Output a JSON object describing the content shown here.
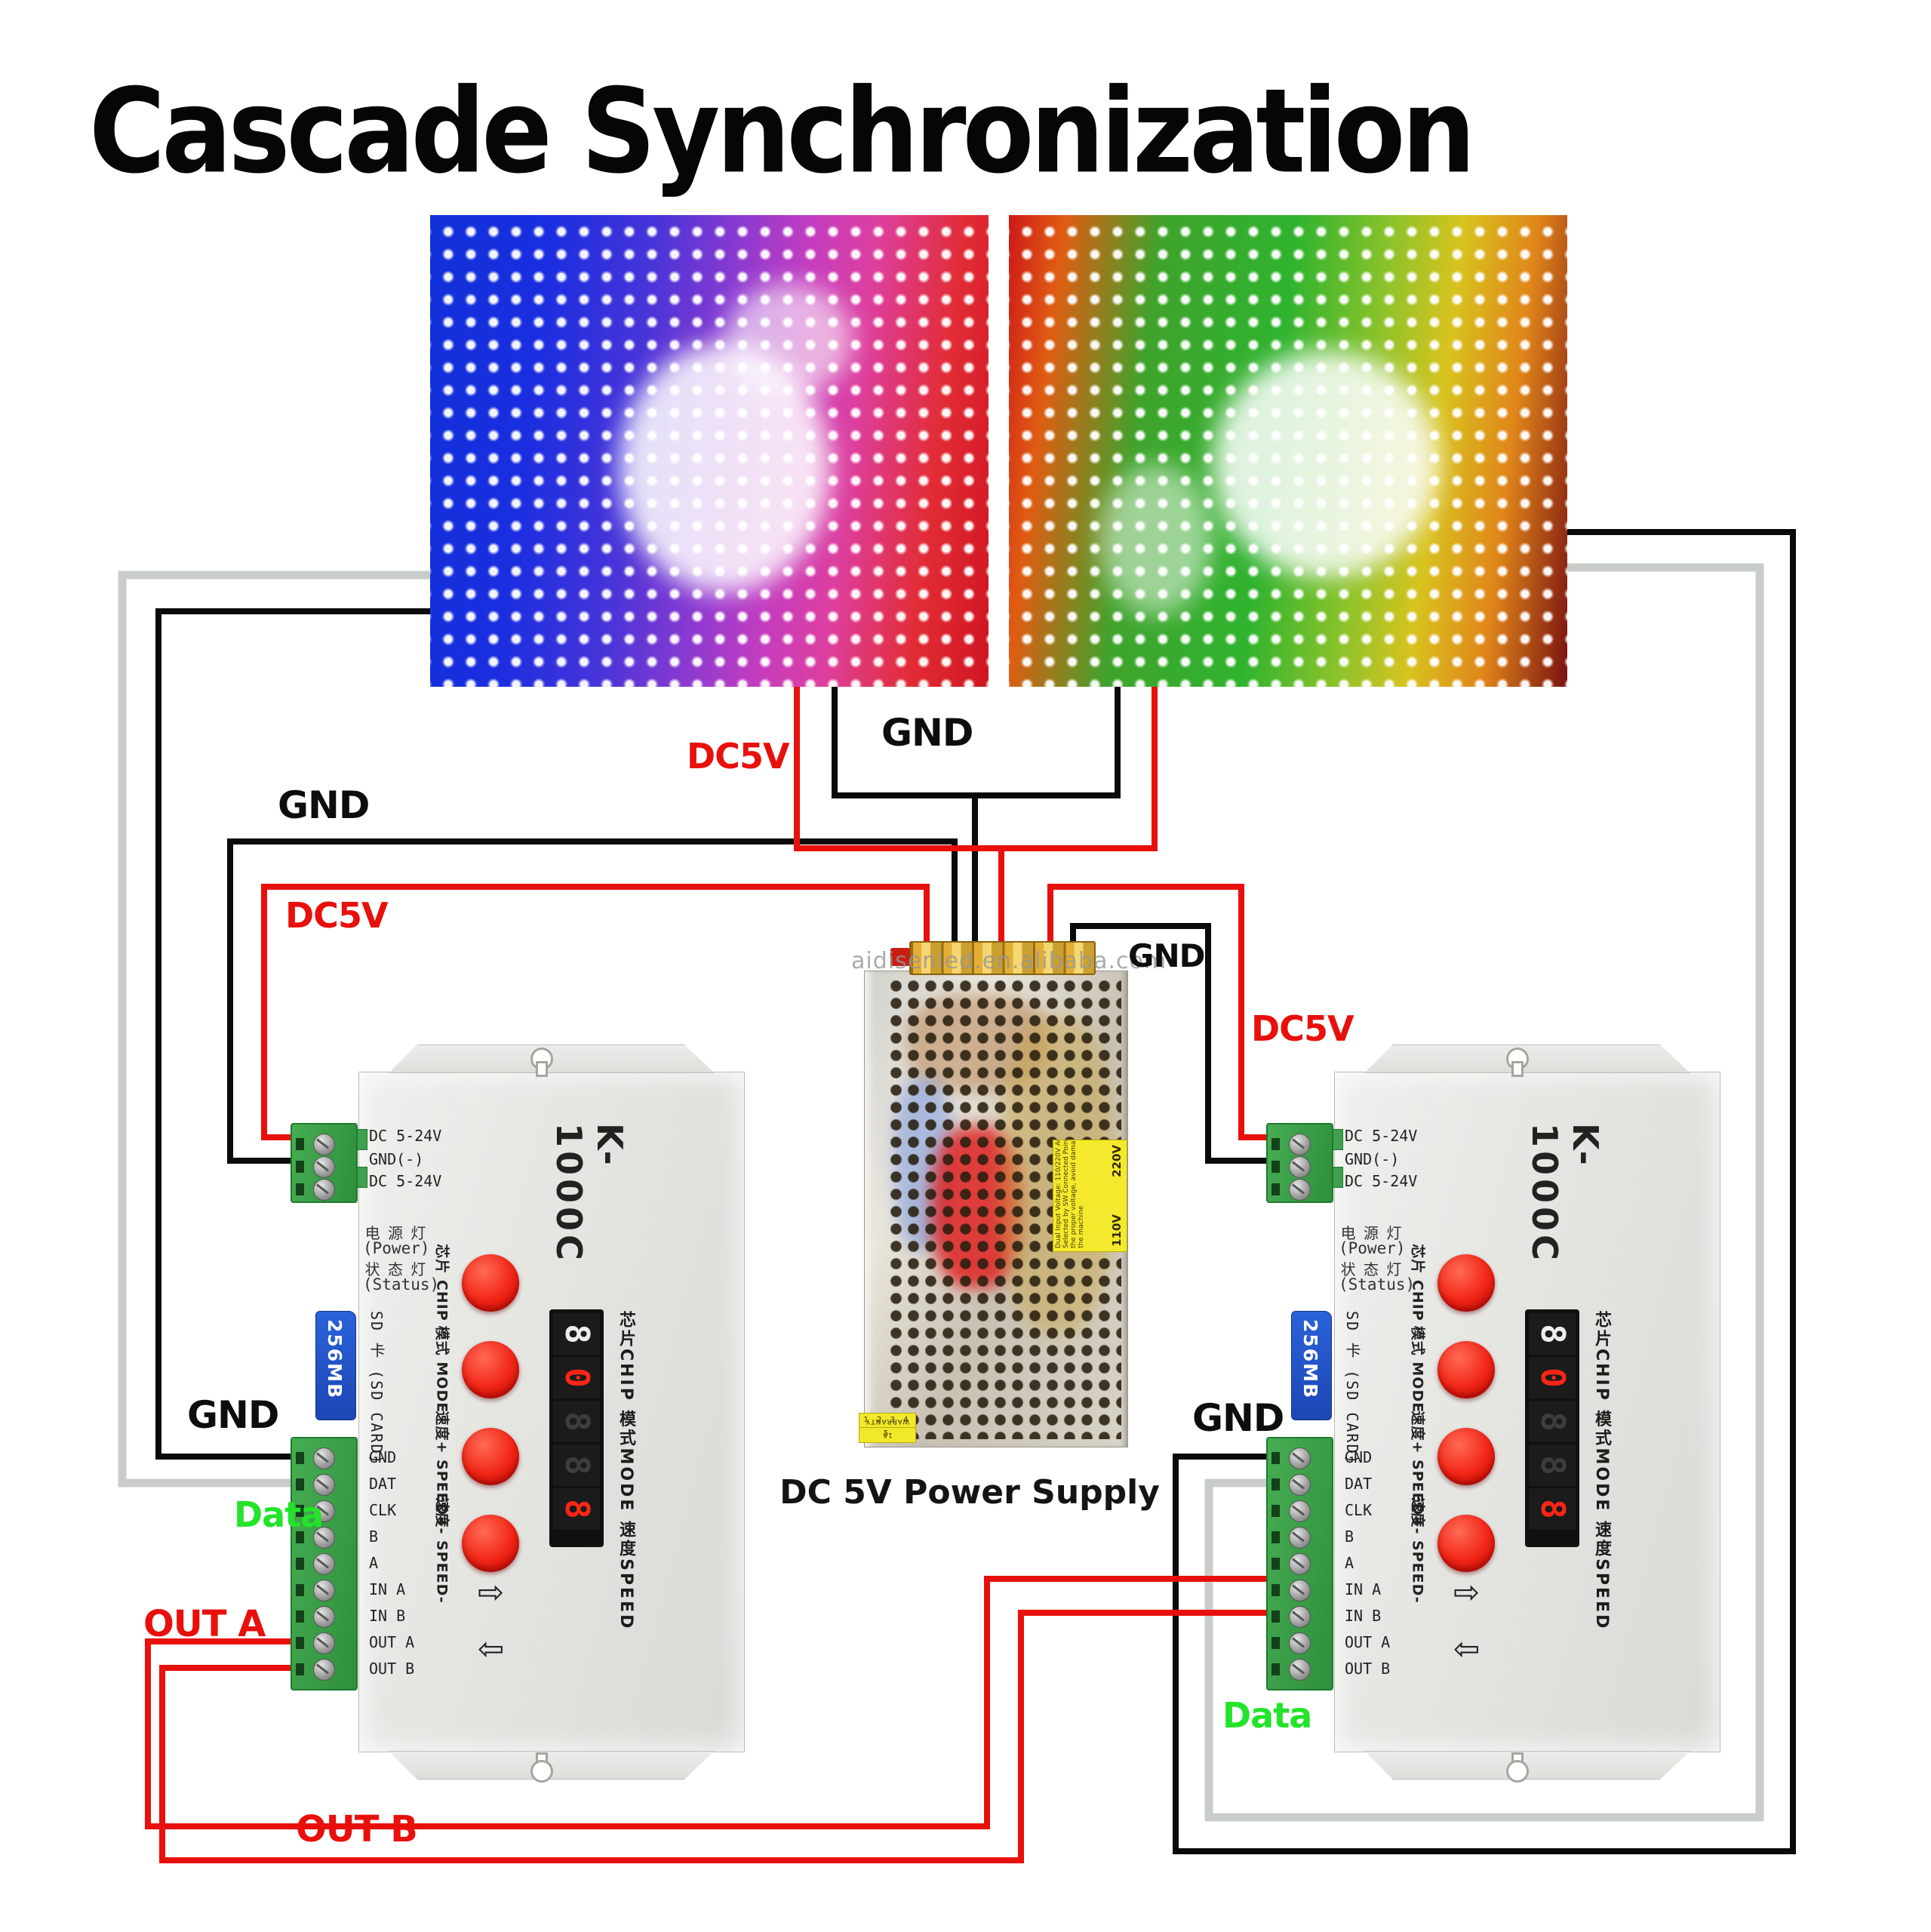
{
  "title": "Cascade Synchronization",
  "labels": {
    "dc5v_panels": "DC5V",
    "gnd_panels": "GND",
    "gnd_left_mid": "GND",
    "dc5v_left_mid": "DC5V",
    "gnd_psu_right": "GND",
    "dc5v_right_mid": "DC5V",
    "gnd_bottom_left": "GND",
    "data_left": "Data",
    "out_a": "OUT A",
    "out_b": "OUT B",
    "gnd_bottom_right": "GND",
    "data_right": "Data"
  },
  "psu": {
    "caption": "DC 5V Power Supply",
    "watermark": "aidisenled.en.alibaba.com",
    "label_text": "Dual Input Voltage: 110/220V AC\nSelected by SW Connected Point Use\nthe proper voltage, avoid damaging\nthe machine",
    "label_220": "220V",
    "label_110": "110V",
    "warranty_row1": "1 2 3 4 5",
    "warranty_row2": "16 WARRANTY"
  },
  "icons": {
    "in_arrow": "⇨",
    "out_arrow": "⇦"
  },
  "controllers": [
    {
      "model": "K-1000C",
      "power_rows": [
        "DC 5-24V",
        "GND(-)",
        "DC 5-24V"
      ],
      "ind_zh1": "电 源 灯",
      "ind_en1": "(Power)",
      "ind_zh2": "状 态 灯",
      "ind_en2": "(Status)",
      "buttons": [
        {
          "label": "芯片 CHIP"
        },
        {
          "label": "模式 MODE"
        },
        {
          "label": "速度+ SPEED+"
        },
        {
          "label": "速度- SPEED-"
        }
      ],
      "sd_card": "256MB",
      "sd_label": "SD 卡 (SD CARD)",
      "display_digits": [
        "8",
        "0",
        "8",
        "8",
        "8"
      ],
      "display_side": "芯片CHIP 模式MODE 速度SPEED",
      "ports": [
        "GND",
        "DAT",
        "CLK",
        "B",
        "A",
        "IN A",
        "IN B",
        "OUT A",
        "OUT B"
      ]
    },
    {
      "model": "K-1000C",
      "power_rows": [
        "DC 5-24V",
        "GND(-)",
        "DC 5-24V"
      ],
      "ind_zh1": "电 源 灯",
      "ind_en1": "(Power)",
      "ind_zh2": "状 态 灯",
      "ind_en2": "(Status)",
      "buttons": [
        {
          "label": "芯片 CHIP"
        },
        {
          "label": "模式 MODE"
        },
        {
          "label": "速度+ SPEED+"
        },
        {
          "label": "速度- SPEED-"
        }
      ],
      "sd_card": "256MB",
      "sd_label": "SD 卡 (SD CARD)",
      "display_digits": [
        "8",
        "0",
        "8",
        "8",
        "8"
      ],
      "display_side": "芯片CHIP 模式MODE 速度SPEED",
      "ports": [
        "GND",
        "DAT",
        "CLK",
        "B",
        "A",
        "IN A",
        "IN B",
        "OUT A",
        "OUT B"
      ]
    }
  ]
}
